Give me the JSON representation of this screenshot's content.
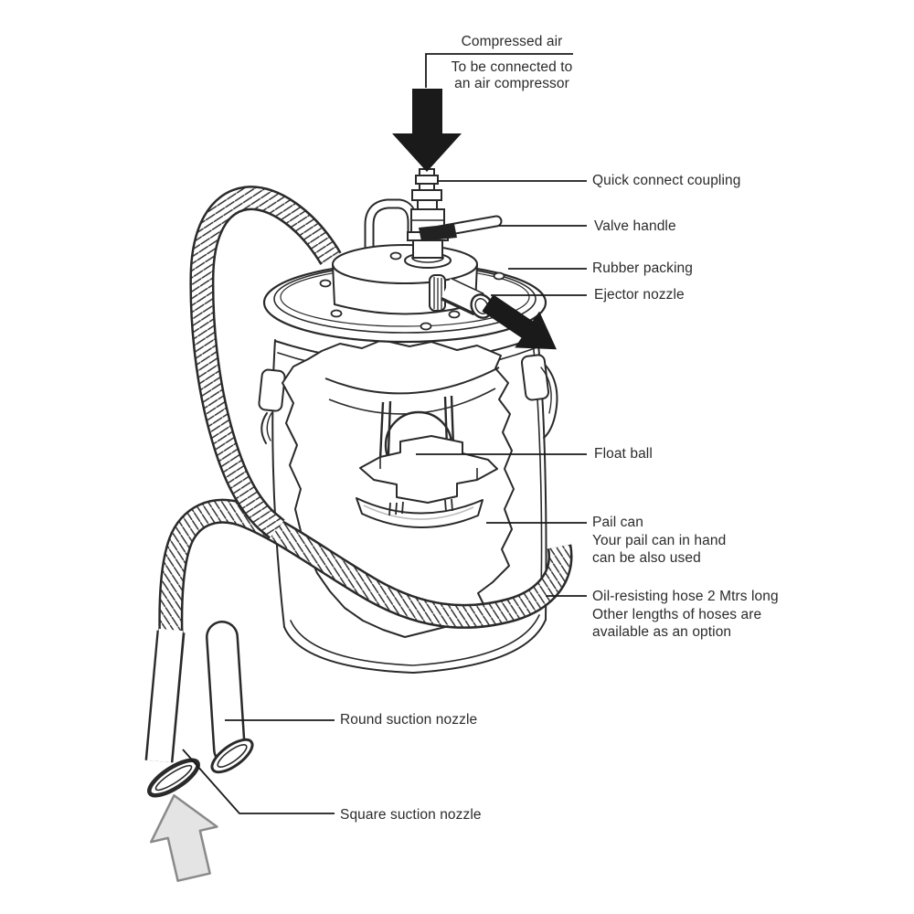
{
  "colors": {
    "background": "#ffffff",
    "line": "#2a2a2a",
    "arrow_black": "#1a1a1a",
    "arrow_gray_fill": "#e4e4e4",
    "arrow_gray_stroke": "#8a8a8a",
    "text": "#2b2b2b"
  },
  "labels": {
    "compressed_air": {
      "title": "Compressed air",
      "sub1": "To be connected to",
      "sub2": "an air compressor"
    },
    "quick_connect_coupling": "Quick connect coupling",
    "valve_handle": "Valve handle",
    "rubber_packing": "Rubber packing",
    "ejector_nozzle": "Ejector nozzle",
    "float_ball": "Float ball",
    "pail_can": {
      "line1": "Pail can",
      "line2": "Your pail can in hand",
      "line3": "can be also used"
    },
    "oil_hose": {
      "line1": "Oil-resisting hose 2 Mtrs long",
      "line2": "Other lengths of  hoses are",
      "line3": "available as an option"
    },
    "round_suction_nozzle": "Round suction nozzle",
    "square_suction_nozzle": "Square suction nozzle"
  }
}
